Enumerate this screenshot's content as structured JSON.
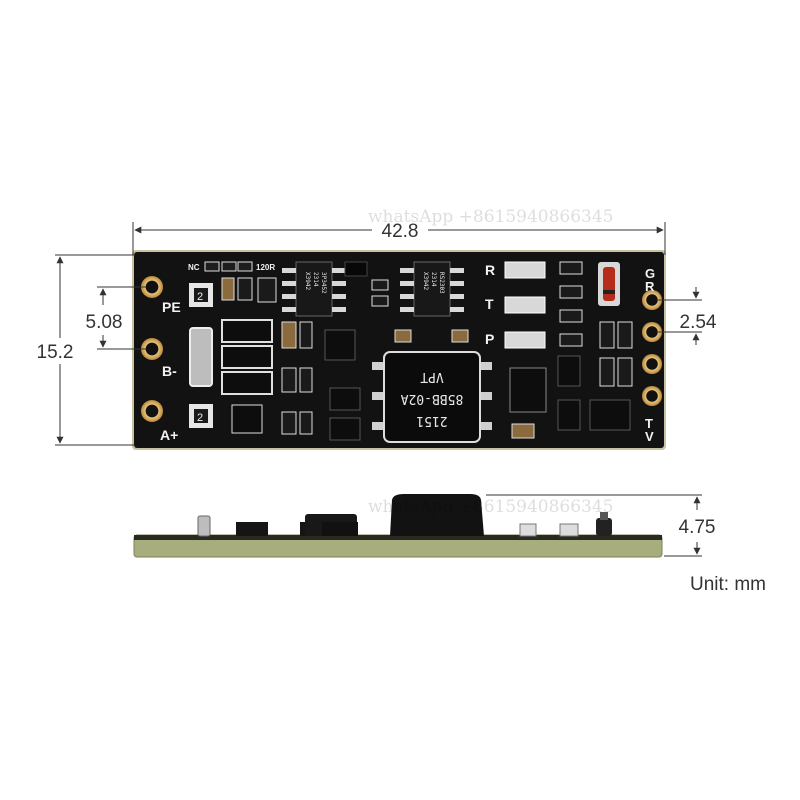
{
  "watermark": "whatsApp +8615940866345",
  "dimensions": {
    "length": "42.8",
    "width": "15.2",
    "pin_pitch_left": "5.08",
    "pin_pitch_right": "2.54",
    "height": "4.75",
    "unit": "Unit: mm"
  },
  "board_labels": {
    "pe": "PE",
    "b_minus": "B-",
    "a_plus": "A+",
    "g": "G",
    "r_right": "R",
    "t_right": "T",
    "v_right": "V",
    "r_led": "R",
    "t_led": "T",
    "p_led": "P",
    "nc": "NC",
    "r120": "120R"
  },
  "ics": {
    "transformer_line1": "2151",
    "transformer_line2": "85BB-02A",
    "transformer_line3": "VPT",
    "chip1_line1": "3P3452",
    "chip1_line2": "2314",
    "chip1_line3": "X3942",
    "chip2_line1": "RS2303",
    "chip2_line2": "2314",
    "chip2_line3": "X3942"
  },
  "colors": {
    "pcb": "#111111",
    "pcb_edge": "#c9c4a4",
    "gold_pad": "#d4a860",
    "dimension_line": "#333333"
  }
}
